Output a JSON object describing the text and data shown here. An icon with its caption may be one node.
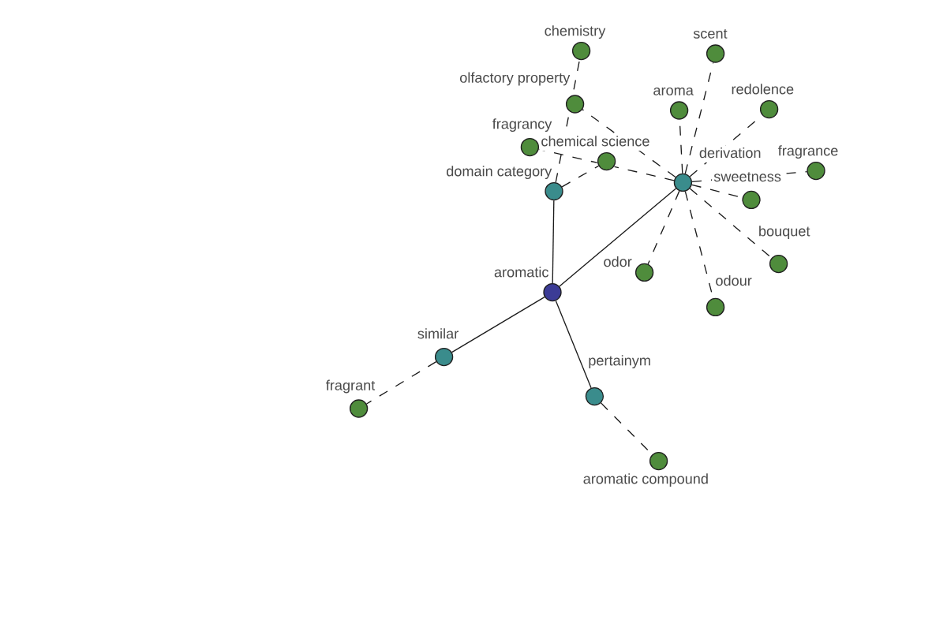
{
  "diagram": {
    "nodes": [
      {
        "text": [
          "chemistry"
        ]
      },
      {
        "text": [
          "scent"
        ]
      },
      {
        "text": [
          "olfactory property"
        ]
      },
      {
        "text": [
          "aroma"
        ]
      },
      {
        "text": [
          "redolence"
        ]
      },
      {
        "text": [
          "fragrancy"
        ]
      },
      {
        "text": [
          "chemical science"
        ]
      },
      {
        "text": [
          "fragrance"
        ]
      },
      {
        "text": [
          "derivation"
        ]
      },
      {
        "text": [
          "domain category"
        ]
      },
      {
        "text": [
          "sweetness"
        ]
      },
      {
        "text": [
          "bouquet"
        ]
      },
      {
        "text": [
          "odor"
        ]
      },
      {
        "text": [
          "aromatic"
        ]
      },
      {
        "text": [
          "odour"
        ]
      },
      {
        "text": [
          "similar"
        ]
      },
      {
        "text": [
          "pertainym"
        ]
      },
      {
        "text": [
          "fragrant"
        ]
      },
      {
        "text": [
          "aromatic compound"
        ]
      }
    ],
    "edges": [
      {
        "from": 13,
        "to": 9,
        "arrow": "none"
      },
      {
        "from": 13,
        "to": 8,
        "arrow": "none"
      },
      {
        "from": 13,
        "to": 15,
        "arrow": "none"
      },
      {
        "from": 13,
        "to": 16,
        "arrow": "none"
      },
      {
        "from": 9,
        "to": 0,
        "arrow": "none",
        "style": "dashed"
      },
      {
        "from": 9,
        "to": 6,
        "arrow": "none",
        "style": "dashed"
      },
      {
        "from": 8,
        "to": 1,
        "arrow": "none",
        "style": "dashed"
      },
      {
        "from": 8,
        "to": 2,
        "arrow": "none",
        "style": "dashed"
      },
      {
        "from": 8,
        "to": 3,
        "arrow": "none",
        "style": "dashed"
      },
      {
        "from": 8,
        "to": 4,
        "arrow": "none",
        "style": "dashed"
      },
      {
        "from": 8,
        "to": 5,
        "arrow": "none",
        "style": "dashed"
      },
      {
        "from": 8,
        "to": 7,
        "arrow": "none",
        "style": "dashed"
      },
      {
        "from": 8,
        "to": 10,
        "arrow": "none",
        "style": "dashed"
      },
      {
        "from": 8,
        "to": 11,
        "arrow": "none",
        "style": "dashed"
      },
      {
        "from": 8,
        "to": 12,
        "arrow": "none",
        "style": "dashed"
      },
      {
        "from": 8,
        "to": 14,
        "arrow": "none",
        "style": "dashed"
      },
      {
        "from": 15,
        "to": 17,
        "arrow": "none",
        "style": "dashed"
      },
      {
        "from": 16,
        "to": 18,
        "arrow": "none",
        "style": "dashed"
      }
    ]
  }
}
